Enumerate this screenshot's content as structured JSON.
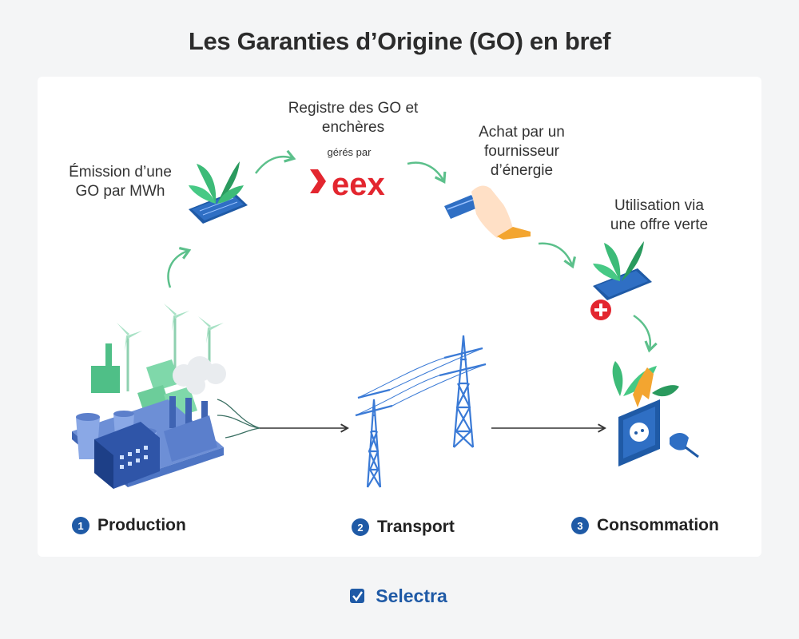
{
  "title": "Les Garanties d’Origine (GO) en bref",
  "labels": {
    "emission": [
      "Émission d’une",
      "GO par MWh"
    ],
    "registre": [
      "Registre des GO et",
      "enchères"
    ],
    "geres_par": "gérés par",
    "eex_logo": "eex",
    "achat": [
      "Achat par un",
      "fournisseur",
      "d’énergie"
    ],
    "utilisation": [
      "Utilisation via",
      "une offre verte"
    ]
  },
  "steps": [
    {
      "num": "1",
      "label": "Production"
    },
    {
      "num": "2",
      "label": "Transport"
    },
    {
      "num": "3",
      "label": "Consommation"
    }
  ],
  "footer": {
    "brand": "Selectra"
  },
  "colors": {
    "accent": "#1f5aa6",
    "green": "#3dbb78",
    "eex_red": "#e3262f",
    "arrow_green": "#5cc08b"
  }
}
